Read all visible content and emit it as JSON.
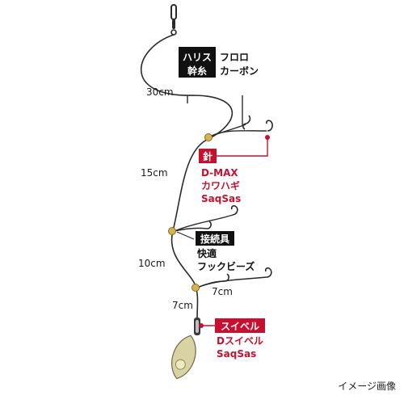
{
  "colors": {
    "line": "#2a2a2a",
    "accent_red": "#c8102e",
    "tag_bg": "#111111",
    "bead": "#d8b24a",
    "sinker": "#d9d3a3"
  },
  "harisu": {
    "tag_line1": "ハリス",
    "tag_line2": "幹糸",
    "value_line1": "フロロ",
    "value_line2": "カーボン"
  },
  "hook": {
    "tag": "針",
    "line1": "D-MAX",
    "line2": "カワハギ",
    "line3": "SaqSas"
  },
  "connector": {
    "tag": "接続具",
    "line1": "快適",
    "line2": "フックビーズ"
  },
  "swivel": {
    "tag": "スイベル",
    "line1": "Dスイベル",
    "line2": "SaqSas"
  },
  "lengths": {
    "top": "30cm",
    "mid1": "15cm",
    "mid2": "10cm",
    "bottom_branch": "7cm",
    "bottom_main": "7cm"
  },
  "note": "イメージ画像"
}
